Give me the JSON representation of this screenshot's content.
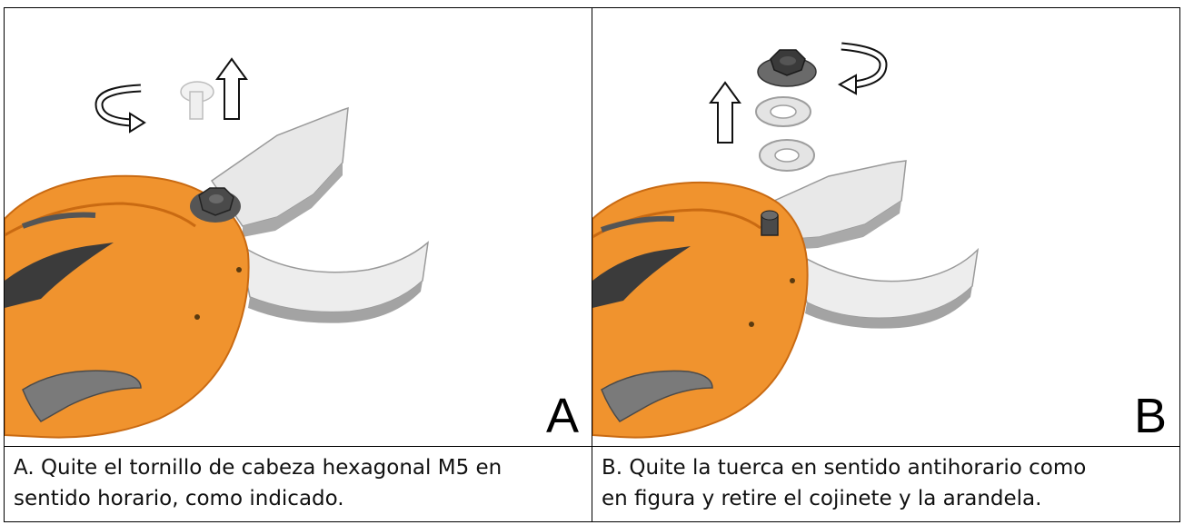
{
  "panels": [
    {
      "letter": "A",
      "caption_line1": "A. Quite el tornillo de cabeza hexagonal M5 en",
      "caption_line2": "sentido horario, como indicado.",
      "icons": [
        "pruner-body",
        "blade-upper",
        "blade-lower",
        "hex-bolt",
        "hex-nut",
        "rotate-clockwise-arrow",
        "up-arrow"
      ]
    },
    {
      "letter": "B",
      "caption_line1": "B. Quite la tuerca en sentido antihorario como",
      "caption_line2": "en figura y retire el cojinete y la arandela.",
      "icons": [
        "pruner-body",
        "blade-upper",
        "blade-lower",
        "hex-nut",
        "bearing",
        "washer",
        "pivot-post",
        "rotate-counterclockwise-arrow",
        "up-arrow"
      ]
    }
  ],
  "colors": {
    "body_orange": "#F0932E",
    "body_orange_dark": "#C96A12",
    "blade_gray": "#E8E8E8",
    "blade_edge": "#8E8E8E",
    "nut_dark": "#3A3A3A",
    "trigger_gray": "#6E6E6E"
  }
}
